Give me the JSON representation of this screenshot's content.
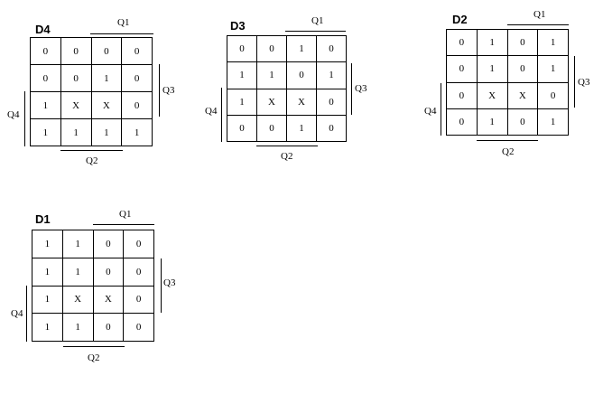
{
  "kmaps": [
    {
      "title": "D4",
      "labels": {
        "top": "Q1",
        "right": "Q3",
        "left": "Q4",
        "bottom": "Q2"
      },
      "cells": [
        [
          "0",
          "0",
          "0",
          "0"
        ],
        [
          "0",
          "0",
          "1",
          "0"
        ],
        [
          "1",
          "X",
          "X",
          "0"
        ],
        [
          "1",
          "1",
          "1",
          "1"
        ]
      ]
    },
    {
      "title": "D3",
      "labels": {
        "top": "Q1",
        "right": "Q3",
        "left": "Q4",
        "bottom": "Q2"
      },
      "cells": [
        [
          "0",
          "0",
          "1",
          "0"
        ],
        [
          "1",
          "1",
          "0",
          "1"
        ],
        [
          "1",
          "X",
          "X",
          "0"
        ],
        [
          "0",
          "0",
          "1",
          "0"
        ]
      ]
    },
    {
      "title": "D2",
      "labels": {
        "top": "Q1",
        "right": "Q3",
        "left": "Q4",
        "bottom": "Q2"
      },
      "cells": [
        [
          "0",
          "1",
          "0",
          "1"
        ],
        [
          "0",
          "1",
          "0",
          "1"
        ],
        [
          "0",
          "X",
          "X",
          "0"
        ],
        [
          "0",
          "1",
          "0",
          "1"
        ]
      ]
    },
    {
      "title": "D1",
      "labels": {
        "top": "Q1",
        "right": "Q3",
        "left": "Q4",
        "bottom": "Q2"
      },
      "cells": [
        [
          "1",
          "1",
          "0",
          "0"
        ],
        [
          "1",
          "1",
          "0",
          "0"
        ],
        [
          "1",
          "X",
          "X",
          "0"
        ],
        [
          "1",
          "1",
          "0",
          "0"
        ]
      ]
    }
  ]
}
